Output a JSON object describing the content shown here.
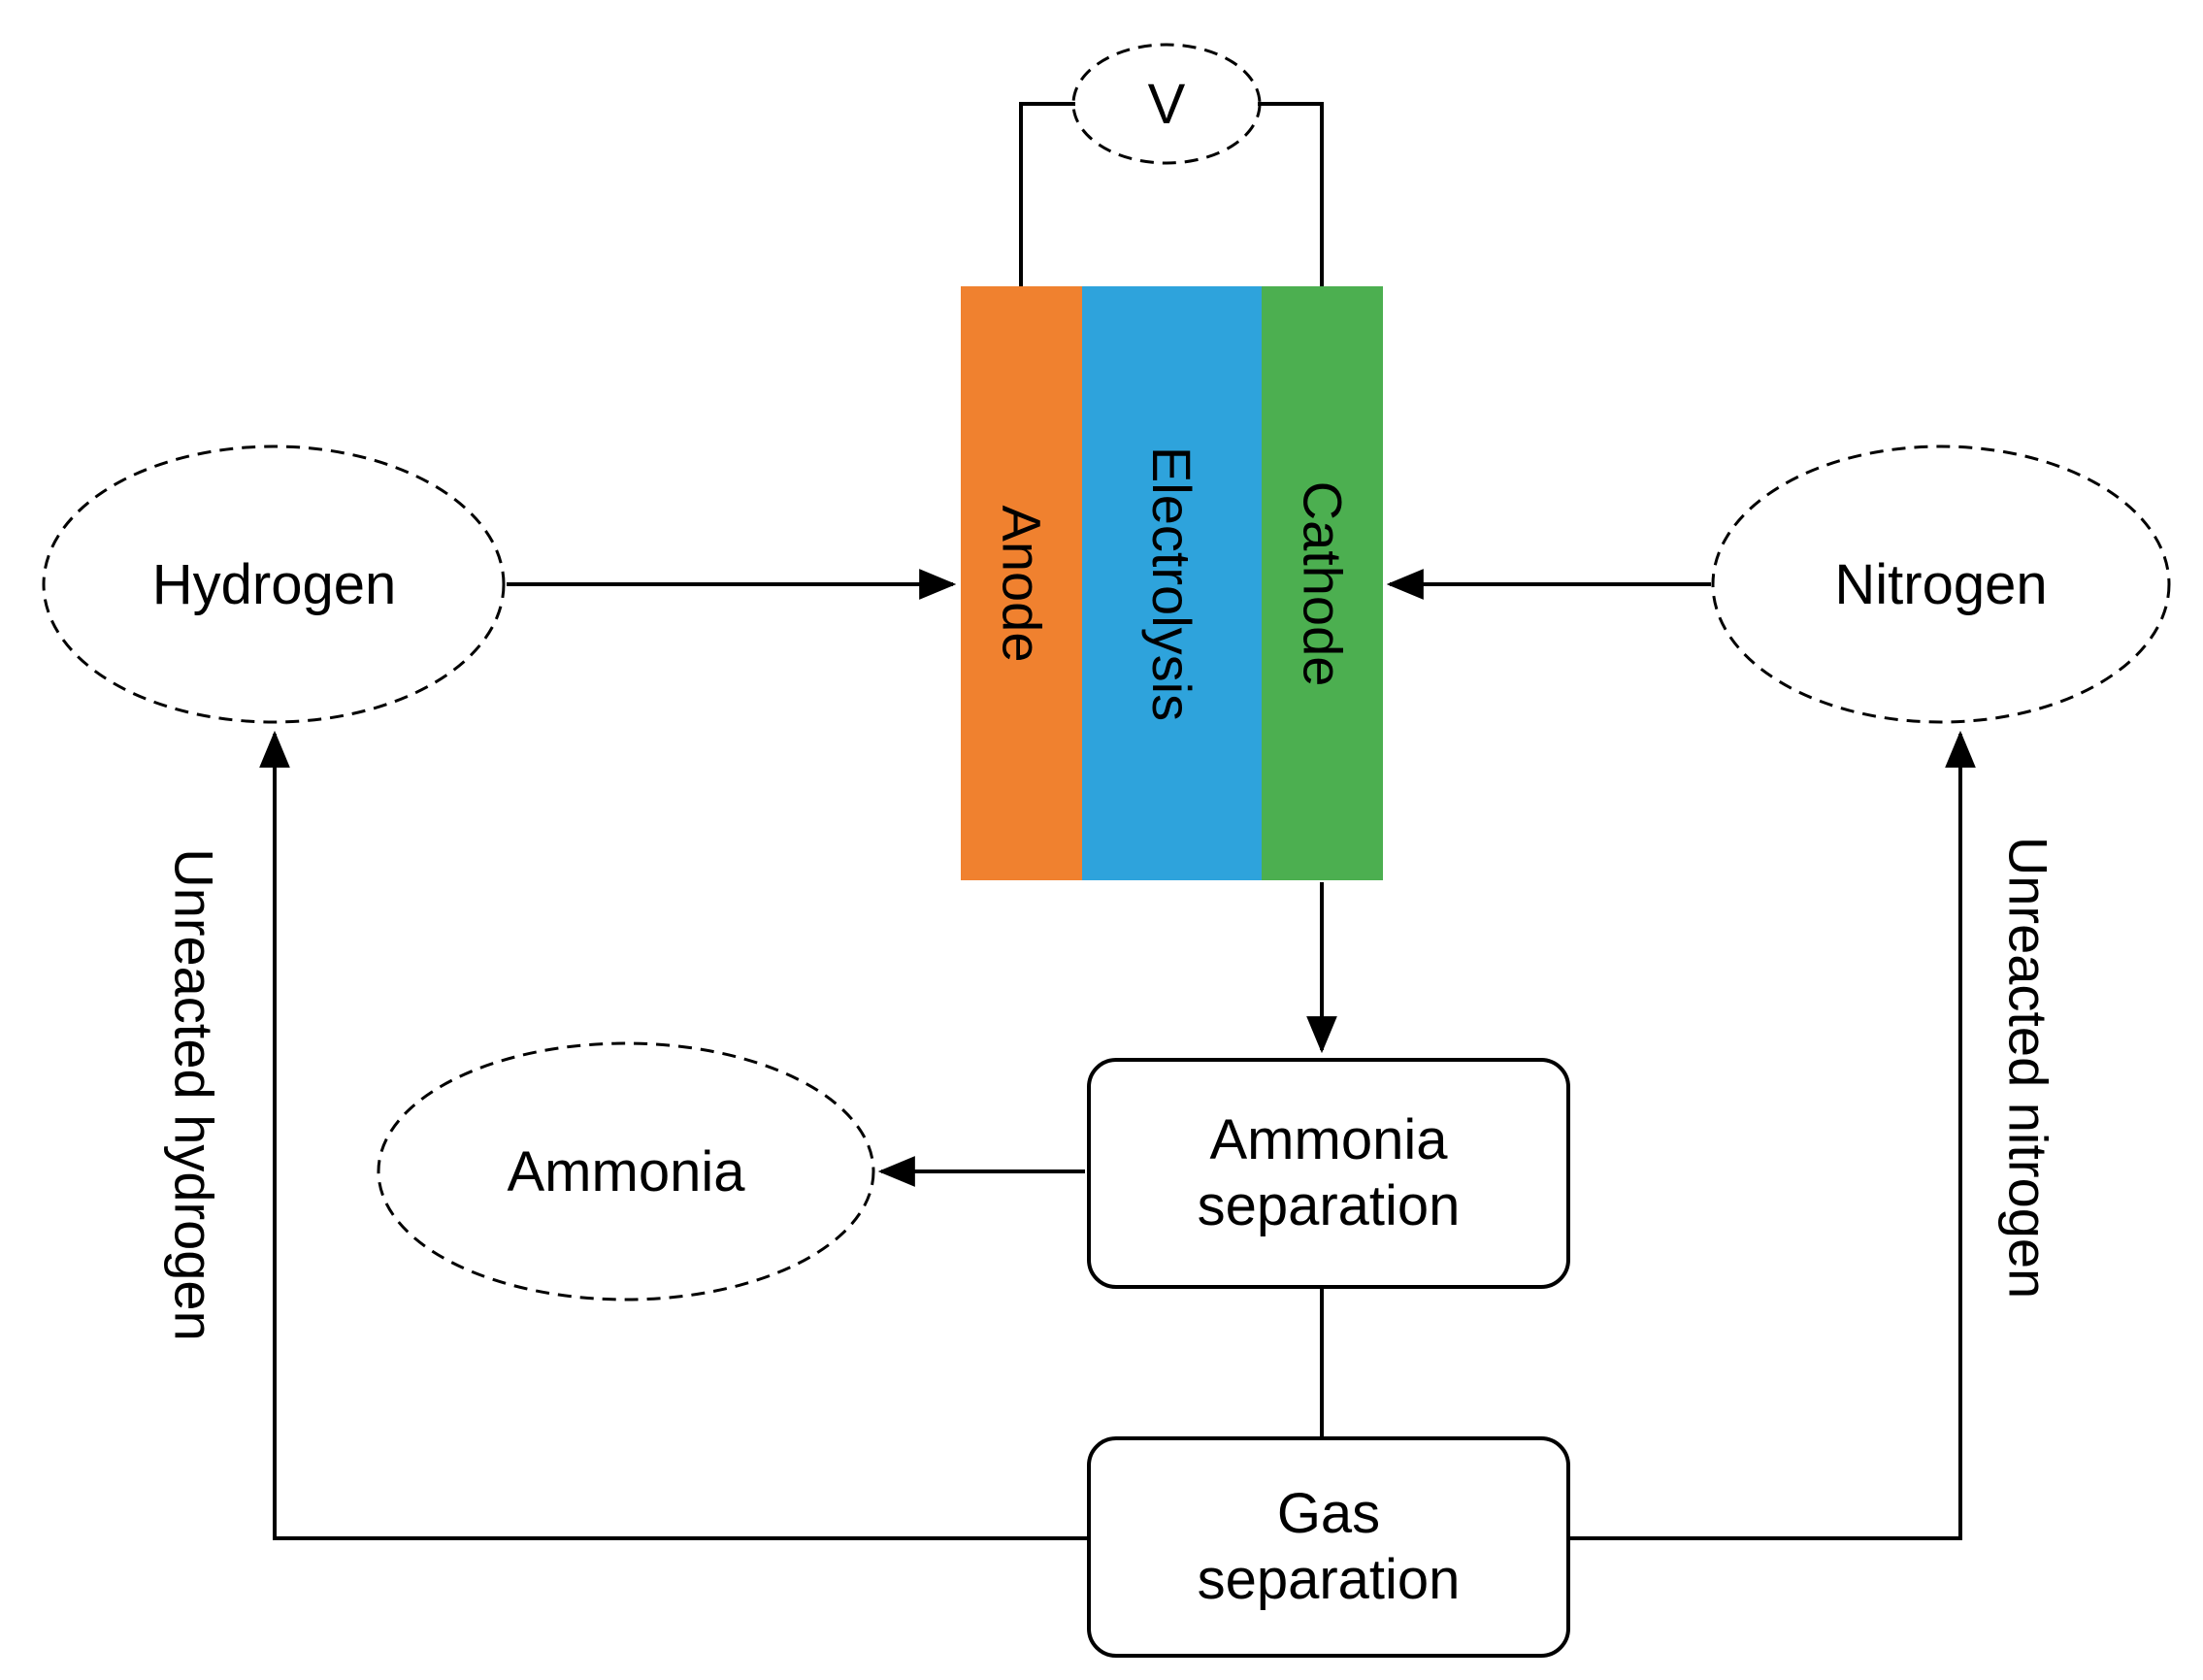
{
  "figure": {
    "voltmeter_label": "V",
    "cell": {
      "anode_label": "Anode",
      "electrolyte_label": "Electrolysis",
      "cathode_label": "Cathode",
      "anode_color": "#F0812F",
      "electrolyte_color": "#2EA3DC",
      "cathode_color": "#4CAF50"
    },
    "inputs": {
      "hydrogen_label": "Hydrogen",
      "nitrogen_label": "Nitrogen"
    },
    "outputs": {
      "ammonia_label": "Ammonia"
    },
    "process": {
      "ammonia_separation_label": "Ammonia separation",
      "gas_separation_label": "Gas separation"
    },
    "recycle": {
      "unreacted_hydrogen_label": "Unreacted hydrogen",
      "unreacted_nitrogen_label": "Unreacted nitrogen"
    },
    "line_color": "#000000"
  }
}
